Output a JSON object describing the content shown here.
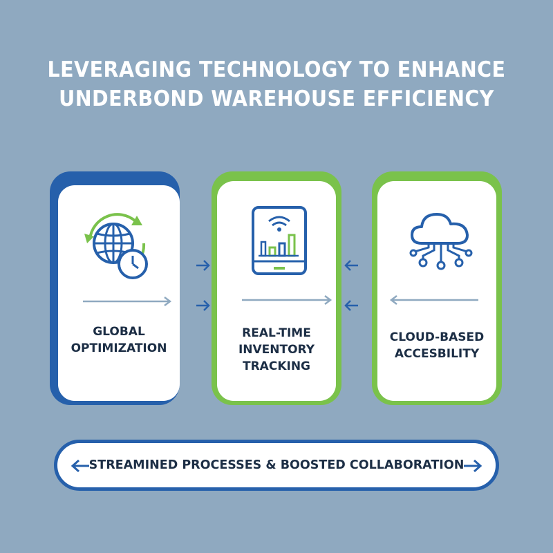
{
  "title": {
    "line1": "LEVERAGING TECHNOLOGY TO ENHANCE",
    "line2": "UNDERBOND WAREHOUSE EFFICIENCY"
  },
  "cards": [
    {
      "label_lines": [
        "GLOBAL",
        "OPTIMIZATION"
      ],
      "icon": "globe-clock-icon",
      "accent": "#2660ab"
    },
    {
      "label_lines": [
        "REAL-TIME",
        "INVENTORY",
        "TRACKING"
      ],
      "icon": "tablet-chart-icon",
      "accent": "#7ac24b"
    },
    {
      "label_lines": [
        "CLOUD-BASED",
        "ACCESBILITY"
      ],
      "icon": "cloud-network-icon",
      "accent": "#7ac24b"
    }
  ],
  "banner": {
    "text": "STREAMINED PROCESSES & BOOSTED COLLABORATION"
  },
  "colors": {
    "background": "#8fa9c0",
    "blue": "#2660ab",
    "green": "#7ac24b",
    "text": "#1c2e45",
    "line": "#8fa9c0"
  }
}
